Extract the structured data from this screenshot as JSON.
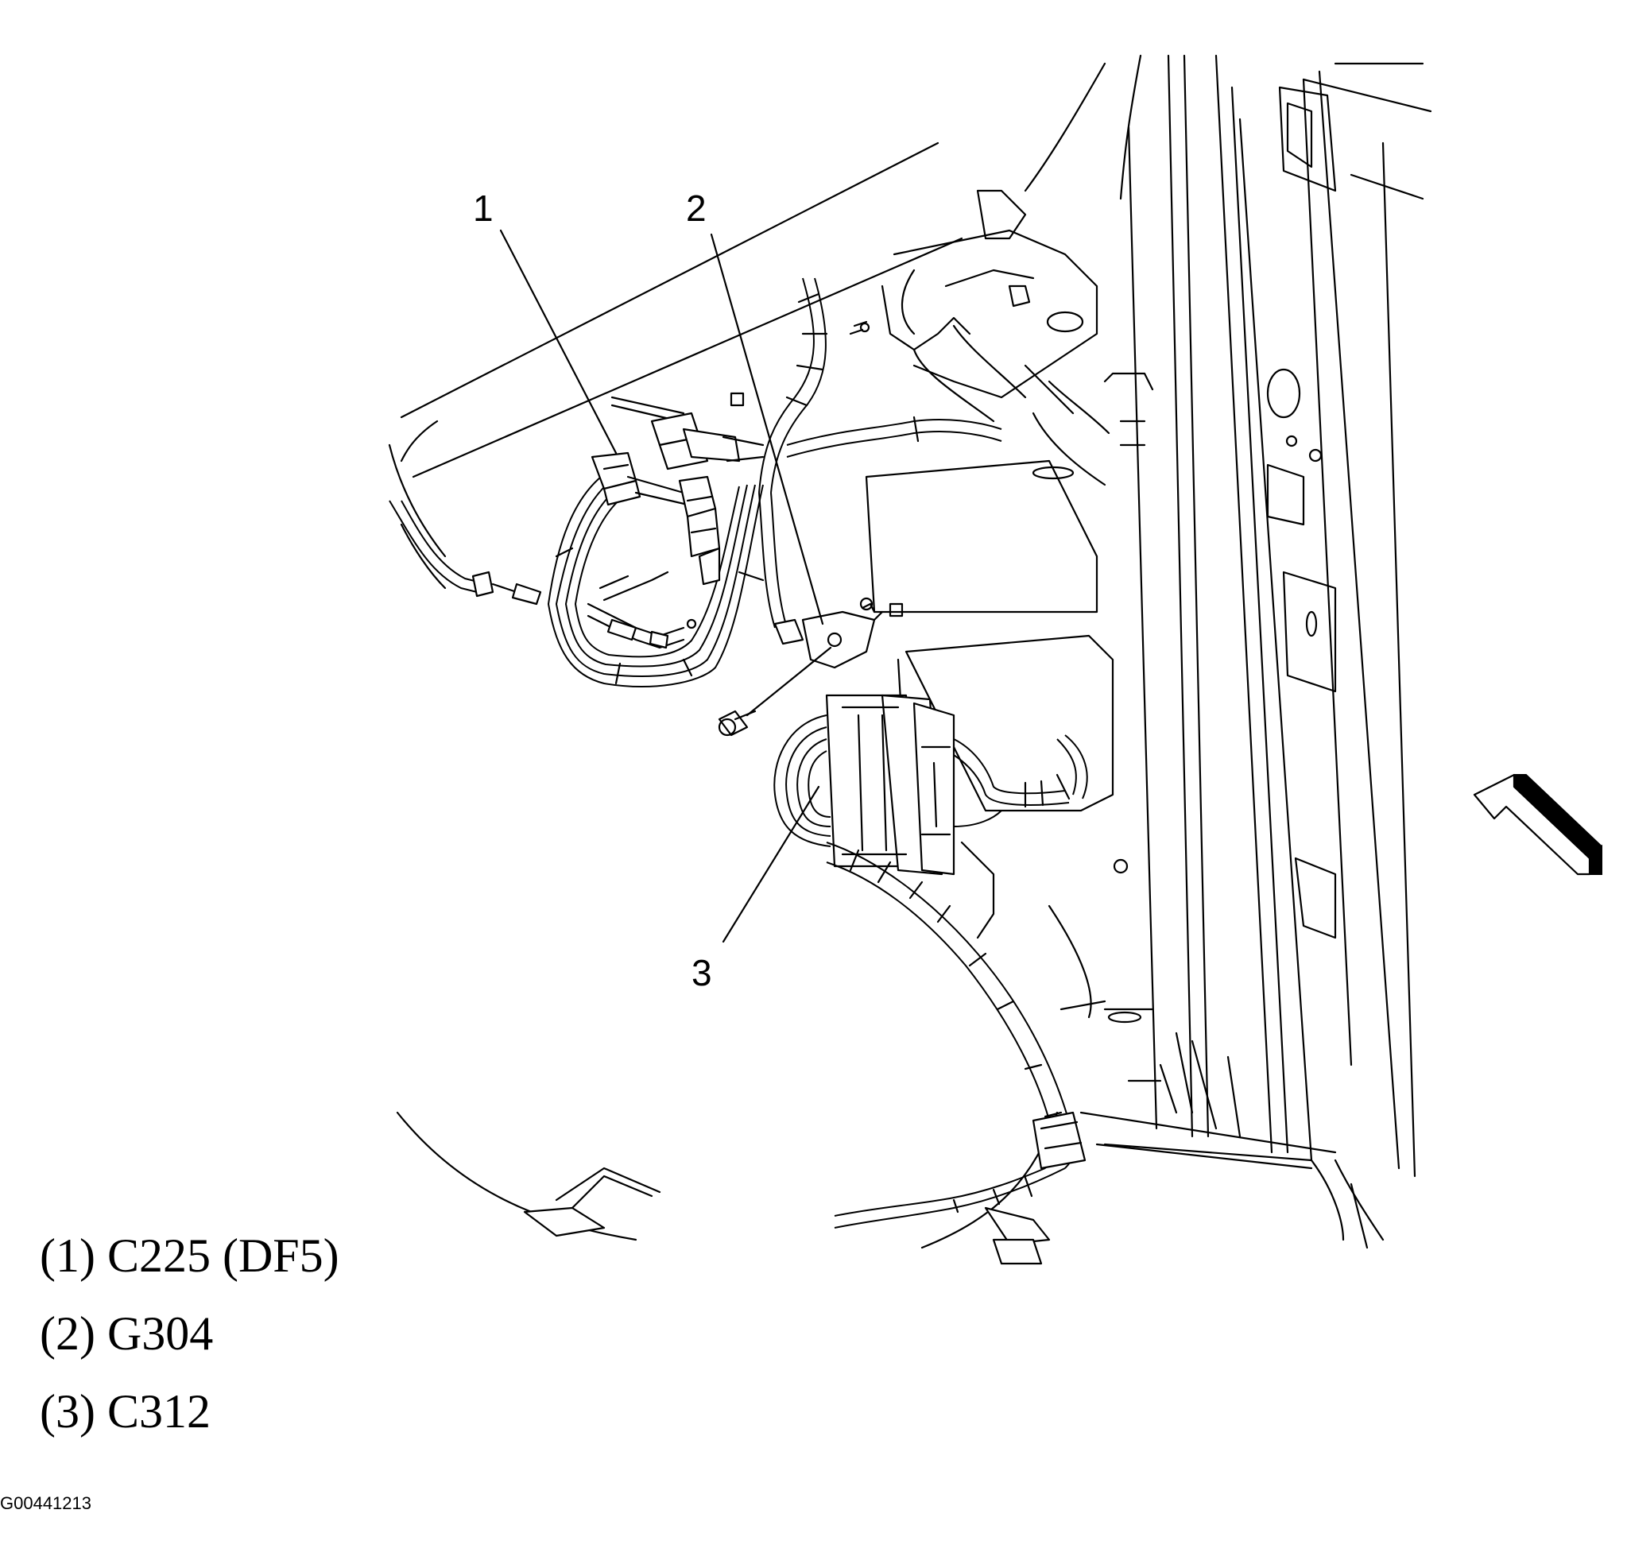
{
  "callouts": [
    {
      "id": "1",
      "text": "1"
    },
    {
      "id": "2",
      "text": "2"
    },
    {
      "id": "3",
      "text": "3"
    }
  ],
  "legend": [
    {
      "text": "(1) C225 (DF5)"
    },
    {
      "text": "(2) G304"
    },
    {
      "text": "(3) C312"
    }
  ],
  "figure_id": "G00441213",
  "icons": {
    "view_arrow": "view-direction-arrow-icon"
  }
}
